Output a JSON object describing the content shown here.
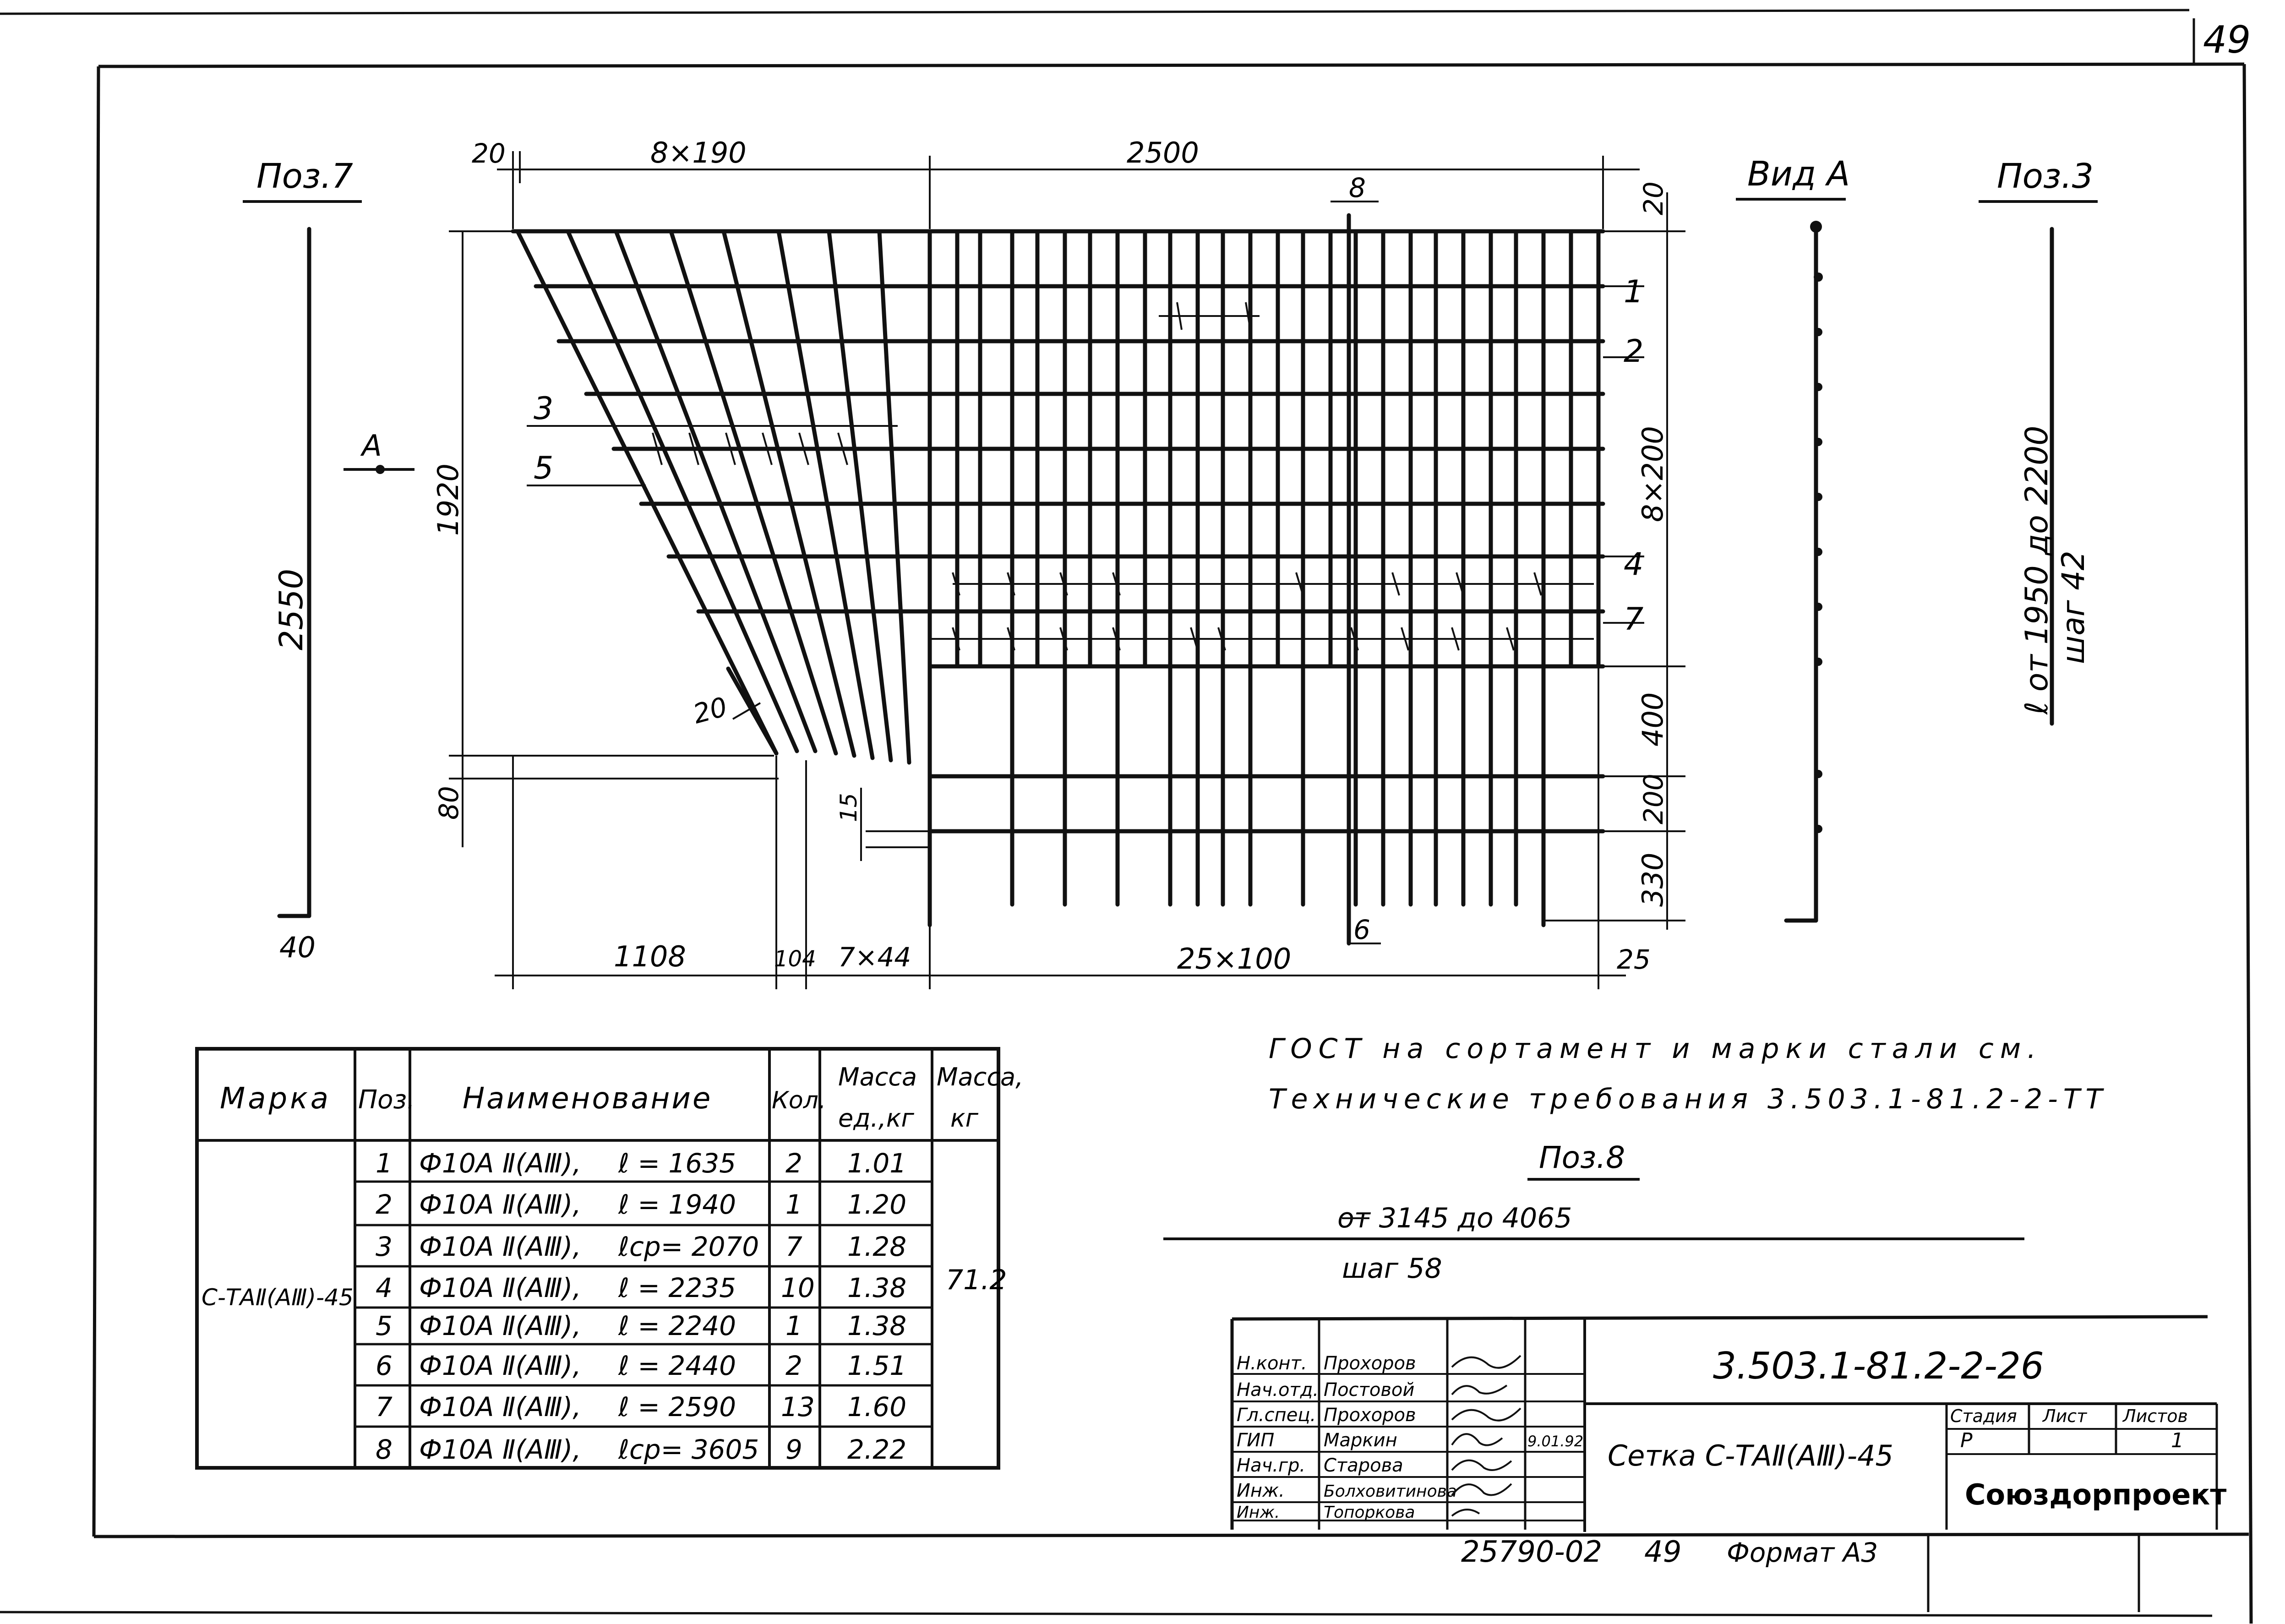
{
  "sheet": {
    "page_number": "49",
    "doc_code": "3.503.1-81.2-2-26",
    "inventory": "25790-02",
    "footer_sheet": "49",
    "format": "Формат А3"
  },
  "drawing": {
    "poz7_title": "Поз.7",
    "poz7_len": "2550",
    "poz7_end": "40",
    "poz3_title": "Поз.3",
    "poz3_text1": "ℓ от 1950 до 2200",
    "poz3_text2": "шаг 42",
    "vid_a_title": "Вид А",
    "section_a": "А",
    "dims": {
      "top_20": "20",
      "top_8x190": "8×190",
      "top_2500": "2500",
      "top_8": "8",
      "right_top_20": "20",
      "right_8x200": "8×200",
      "right_400": "400",
      "right_200": "200",
      "right_330": "330",
      "left_1920": "1920",
      "left_80": "80",
      "left_15": "15",
      "mid_20": "20",
      "bot_1108": "1108",
      "bot_104": "104",
      "bot_7x44": "7×44",
      "bot_25x100": "25×100",
      "bot_25": "25",
      "bot_6": "6"
    },
    "callouts": {
      "c1": "1",
      "c2": "2",
      "c3": "3",
      "c4": "4",
      "c5": "5",
      "c7": "7"
    }
  },
  "notes": {
    "line1": "ГОСТ на сортамент и марки стали см.",
    "line2": "Технические требования 3.503.1-81.2-2-ТТ",
    "poz8_title": "Поз.8",
    "poz8_text1": "от 3145 до 4065",
    "poz8_text2": "шаг 58"
  },
  "spec_table": {
    "headers": {
      "marka": "Марка",
      "poz": "Поз.",
      "name": "Наименование",
      "kol": "Кол.",
      "mass_unit_1": "Масса",
      "mass_unit_2": "ед.,кг",
      "mass_1": "Масса,",
      "mass_2": "кг"
    },
    "mark": "С-ТАⅡ(АⅢ)-45",
    "total_mass": "71.2",
    "rows": [
      {
        "poz": "1",
        "name": "Ф10А Ⅱ(АⅢ),",
        "length": "ℓ = 1635",
        "qty": "2",
        "mass": "1.01"
      },
      {
        "poz": "2",
        "name": "Ф10А Ⅱ(АⅢ),",
        "length": "ℓ = 1940",
        "qty": "1",
        "mass": "1.20"
      },
      {
        "poz": "3",
        "name": "Ф10А Ⅱ(АⅢ),",
        "length": "ℓср= 2070",
        "qty": "7",
        "mass": "1.28"
      },
      {
        "poz": "4",
        "name": "Ф10А Ⅱ(АⅢ),",
        "length": "ℓ = 2235",
        "qty": "10",
        "mass": "1.38"
      },
      {
        "poz": "5",
        "name": "Ф10А Ⅱ(АⅢ),",
        "length": "ℓ = 2240",
        "qty": "1",
        "mass": "1.38"
      },
      {
        "poz": "6",
        "name": "Ф10А Ⅱ(АⅢ),",
        "length": "ℓ = 2440",
        "qty": "2",
        "mass": "1.51"
      },
      {
        "poz": "7",
        "name": "Ф10А Ⅱ(АⅢ),",
        "length": "ℓ = 2590",
        "qty": "13",
        "mass": "1.60"
      },
      {
        "poz": "8",
        "name": "Ф10А Ⅱ(АⅢ),",
        "length": "ℓср= 3605",
        "qty": "9",
        "mass": "2.22"
      }
    ]
  },
  "title_block": {
    "staff": [
      {
        "role": "Н.конт.",
        "name": "Прохоров"
      },
      {
        "role": "Нач.отд.",
        "name": "Постовой"
      },
      {
        "role": "Гл.спец.",
        "name": "Прохоров"
      },
      {
        "role": "ГИП",
        "name": "Маркин"
      },
      {
        "role": "Нач.гр.",
        "name": "Старова"
      },
      {
        "role": "Инж.",
        "name": "Болховитинова"
      },
      {
        "role": "Инж.",
        "name": "Топоркова"
      }
    ],
    "date": "9.01.92",
    "sheet_name": "Сетка С-ТАⅡ(АⅢ)-45",
    "stage_label": "Стадия",
    "sheet_label": "Лист",
    "sheets_label": "Листов",
    "stage": "Р",
    "sheets_total": "1",
    "organization": "Союздорпроект"
  }
}
